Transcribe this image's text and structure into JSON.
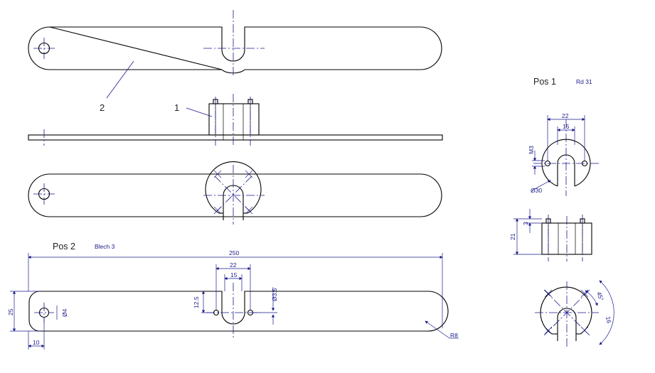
{
  "parts": {
    "pos1": {
      "title": "Pos 1",
      "material": "Rd 31"
    },
    "pos2": {
      "title": "Pos 2",
      "material": "Blech 3"
    }
  },
  "leaders": {
    "item1": "1",
    "item2": "2"
  },
  "dims": {
    "pos1_plan_22": "22",
    "pos1_plan_15": "15",
    "pos1_thread": "M3",
    "pos1_dia": "Ø30",
    "pos1_side_21": "21",
    "pos1_side_3": "3",
    "pos1_angle": "45°",
    "pos1_width": "16",
    "pos2_length": "250",
    "pos2_22": "22",
    "pos2_15": "15",
    "pos2_hole": "Ø3.5",
    "pos2_12_5": "12.5",
    "pos2_height": "25",
    "pos2_edge": "10",
    "pos2_left_hole": "Ø4",
    "pos2_radius": "R8"
  },
  "colors": {
    "ink": "#000000",
    "dimension": "#1a1a8c"
  }
}
